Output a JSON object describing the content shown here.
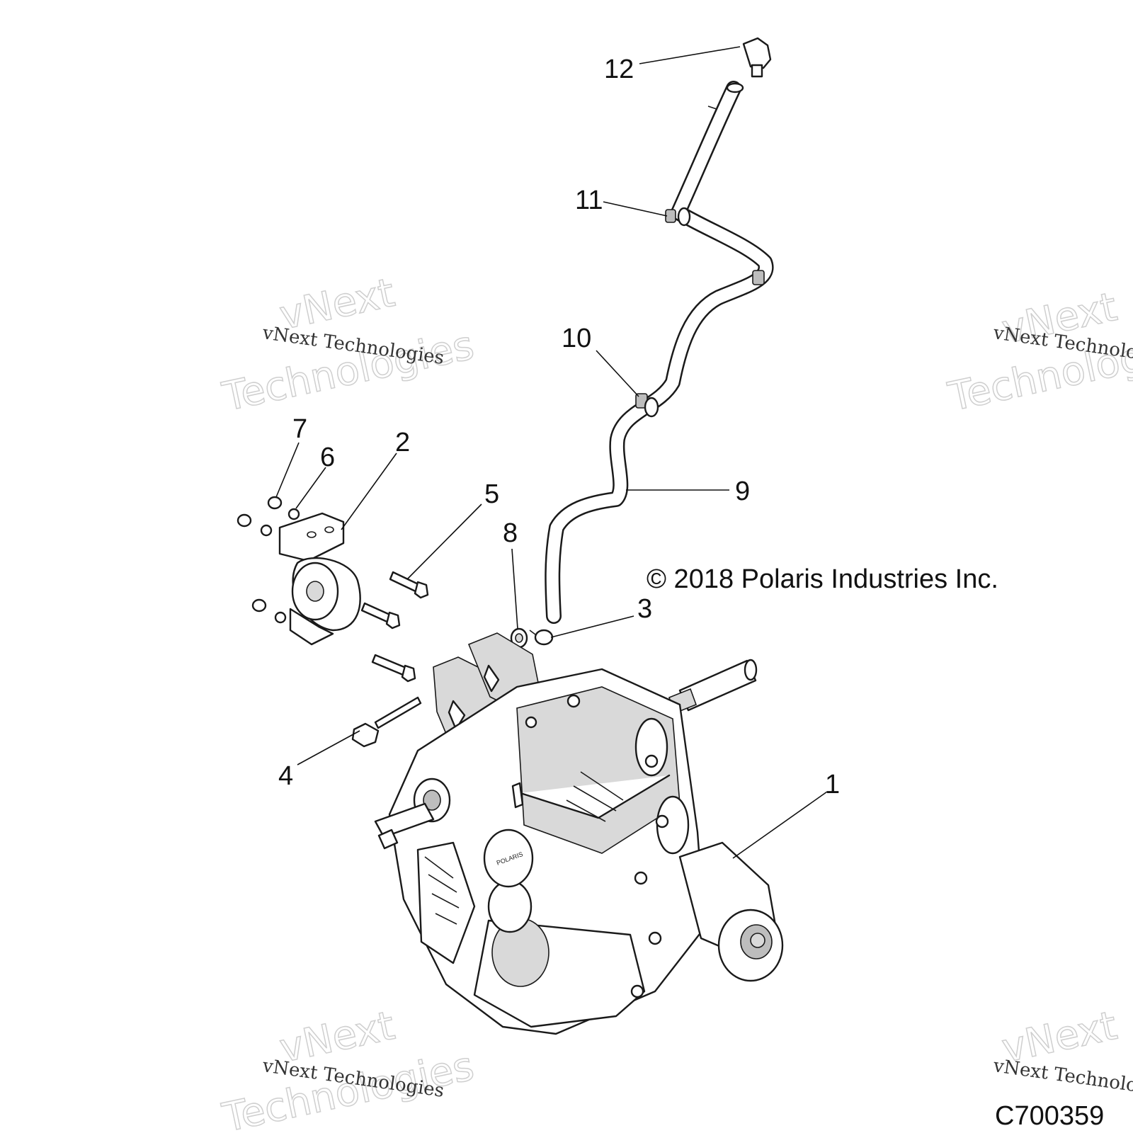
{
  "callouts": [
    {
      "id": "1",
      "label": "1"
    },
    {
      "id": "2",
      "label": "2"
    },
    {
      "id": "3",
      "label": "3"
    },
    {
      "id": "4",
      "label": "4"
    },
    {
      "id": "5",
      "label": "5"
    },
    {
      "id": "6",
      "label": "6"
    },
    {
      "id": "7",
      "label": "7"
    },
    {
      "id": "8",
      "label": "8"
    },
    {
      "id": "9",
      "label": "9"
    },
    {
      "id": "10",
      "label": "10"
    },
    {
      "id": "11",
      "label": "11"
    },
    {
      "id": "12",
      "label": "12"
    }
  ],
  "copyright": "© 2018 Polaris Industries Inc.",
  "figure_code": "C700359",
  "watermark": {
    "small_text": "vNext Technologies",
    "outline_line1": "vNext",
    "outline_line2": "Technologies"
  },
  "logo_text": "POLARIS"
}
